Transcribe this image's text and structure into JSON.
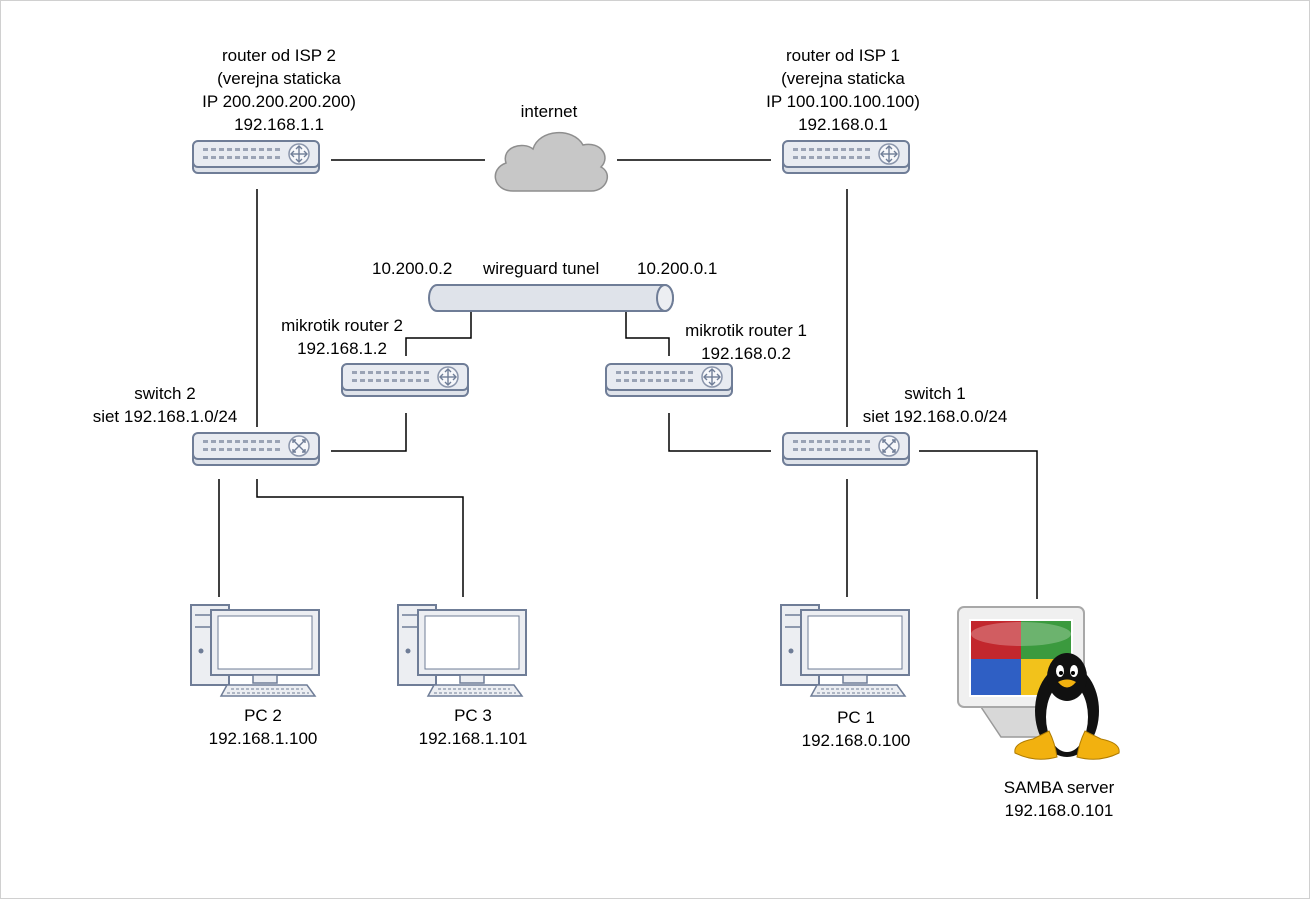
{
  "labels": {
    "isp2": [
      "router od ISP 2",
      "(verejna staticka",
      "IP 200.200.200.200)",
      "192.168.1.1"
    ],
    "isp1": [
      "router od ISP 1",
      "(verejna staticka",
      "IP 100.100.100.100)",
      "192.168.0.1"
    ],
    "internet": "internet",
    "tunnel": {
      "left_ip": "10.200.0.2",
      "name": "wireguard tunel",
      "right_ip": "10.200.0.1"
    },
    "mikrotik2": [
      "mikrotik router 2",
      "192.168.1.2"
    ],
    "mikrotik1": [
      "mikrotik router 1",
      "192.168.0.2"
    ],
    "switch2": [
      "switch 2",
      "siet 192.168.1.0/24"
    ],
    "switch1": [
      "switch 1",
      "siet 192.168.0.0/24"
    ],
    "pc2": [
      "PC 2",
      "192.168.1.100"
    ],
    "pc3": [
      "PC 3",
      "192.168.1.101"
    ],
    "pc1": [
      "PC 1",
      "192.168.0.100"
    ],
    "samba": [
      "SAMBA server",
      "192.168.0.101"
    ]
  },
  "icons": {
    "router": "router-icon",
    "switch": "switch-icon",
    "cloud": "cloud-icon",
    "tunnel": "tunnel-pipe-icon",
    "pc": "desktop-pc-icon",
    "server": "linux-server-icon"
  },
  "colors": {
    "device_fill": "#dfe3ea",
    "device_stroke": "#6f7d97",
    "cloud": "#c7c7c7",
    "line": "#000000"
  }
}
